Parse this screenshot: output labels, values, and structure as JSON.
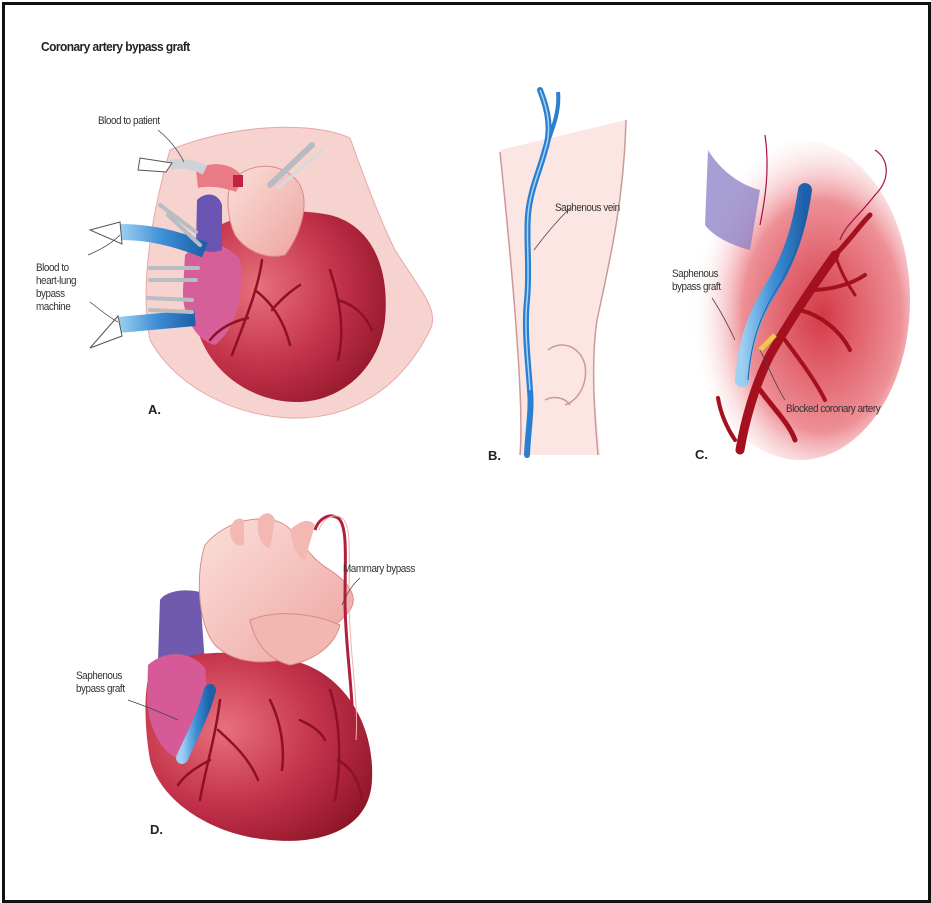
{
  "figure": {
    "title": "Coronary artery bypass graft",
    "panel_a": {
      "letter": "A.",
      "label_blood_to_patient": "Blood to patient",
      "label_heart_lung": [
        "Blood to",
        "heart-lung",
        "bypass",
        "machine"
      ]
    },
    "panel_b": {
      "letter": "B.",
      "label_vein": "Saphenous vein"
    },
    "panel_c": {
      "letter": "C.",
      "label_graft": [
        "Saphenous",
        "bypass graft"
      ],
      "label_blocked": "Blocked coronary artery"
    },
    "panel_d": {
      "letter": "D.",
      "label_mammary": "Mammary bypass",
      "label_graft": [
        "Saphenous",
        "bypass graft"
      ]
    }
  },
  "colors": {
    "heart_dark": "#b3243a",
    "heart_mid": "#d0455a",
    "heart_pink": "#f0a9b0",
    "vessel_pale": "#f6c8c3",
    "artery": "#9c1426",
    "vein_blue": "#2f86d3",
    "vein_purple": "#6f5aa8",
    "background_tissue": "#f9dad7"
  }
}
